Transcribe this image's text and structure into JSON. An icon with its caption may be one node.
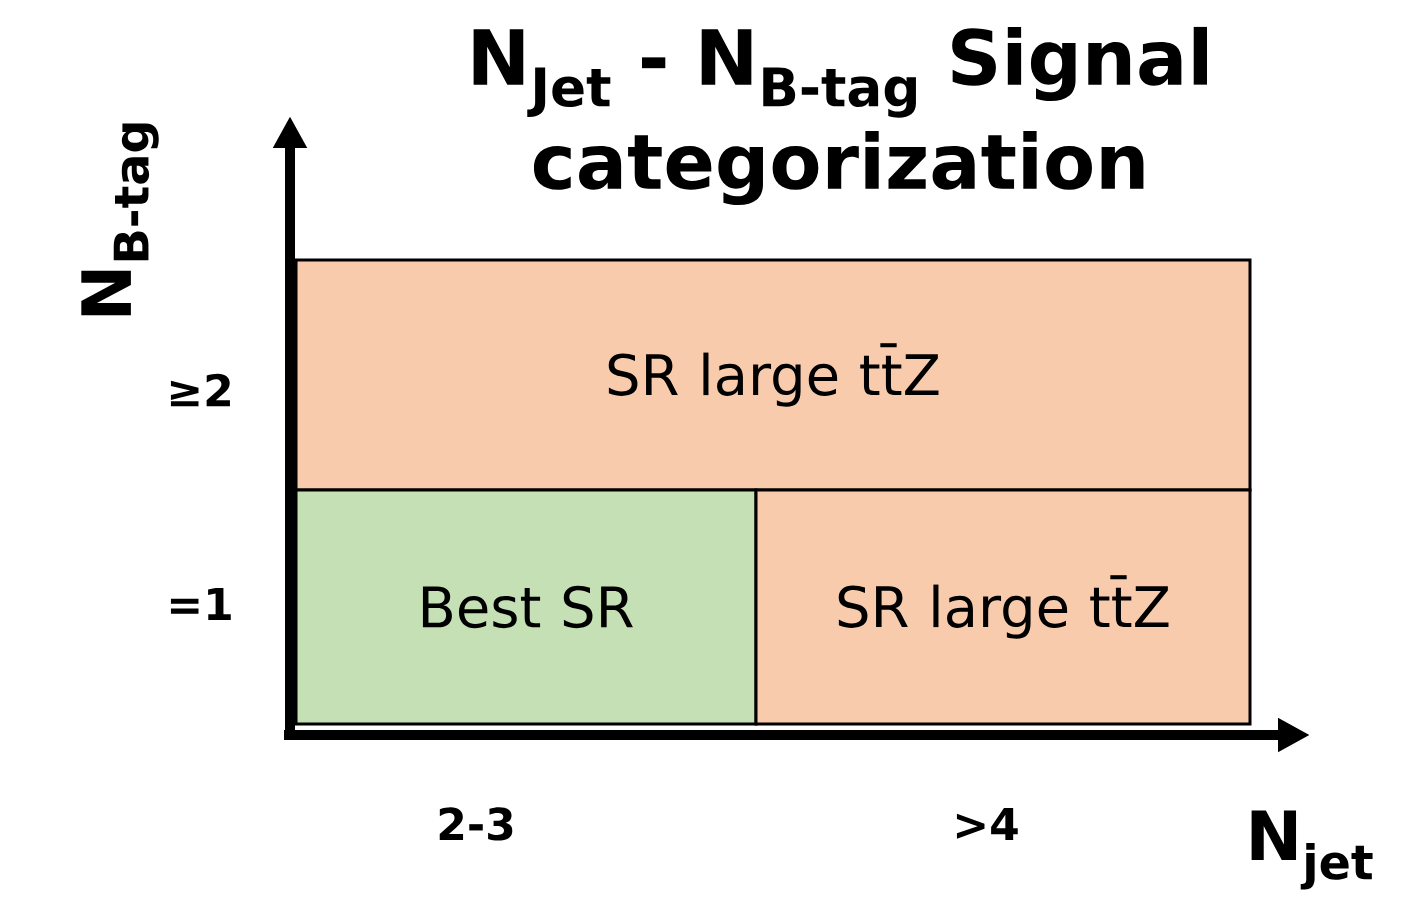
{
  "diagram": {
    "title": "N$_{Jet}$ - N$_{B-tag}$  Signal categorization",
    "nodes": [
      {
        "text": [
          "SR large tt̄Z"
        ]
      },
      {
        "text": [
          "Best SR"
        ]
      },
      {
        "text": [
          "SR large tt̄Z"
        ]
      }
    ],
    "labels": [
      "N$_{B-tag}$",
      "≥2",
      "=1",
      "2-3",
      ">4",
      "N$_{jet}$"
    ]
  }
}
